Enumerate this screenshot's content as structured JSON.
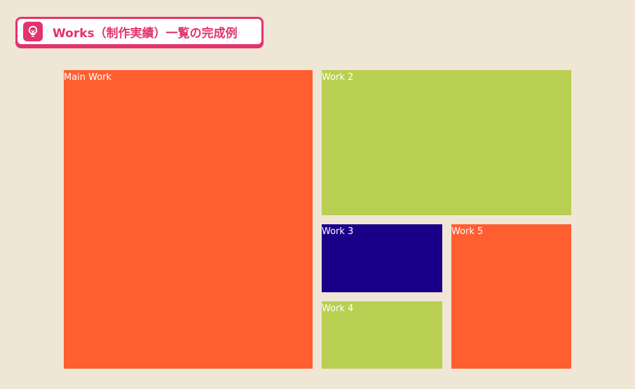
{
  "header": {
    "title": "Works（制作実績）一覧の完成例",
    "icon": "lightbulb-icon",
    "accent_color": "#e2336f"
  },
  "works": [
    {
      "label": "Main Work",
      "color": "#ff5e31"
    },
    {
      "label": "Work 2",
      "color": "#b8cf51"
    },
    {
      "label": "Work 3",
      "color": "#1a0088"
    },
    {
      "label": "Work 4",
      "color": "#b8cf51"
    },
    {
      "label": "Work 5",
      "color": "#ff5e31"
    }
  ],
  "colors": {
    "background": "#efe6d6"
  }
}
